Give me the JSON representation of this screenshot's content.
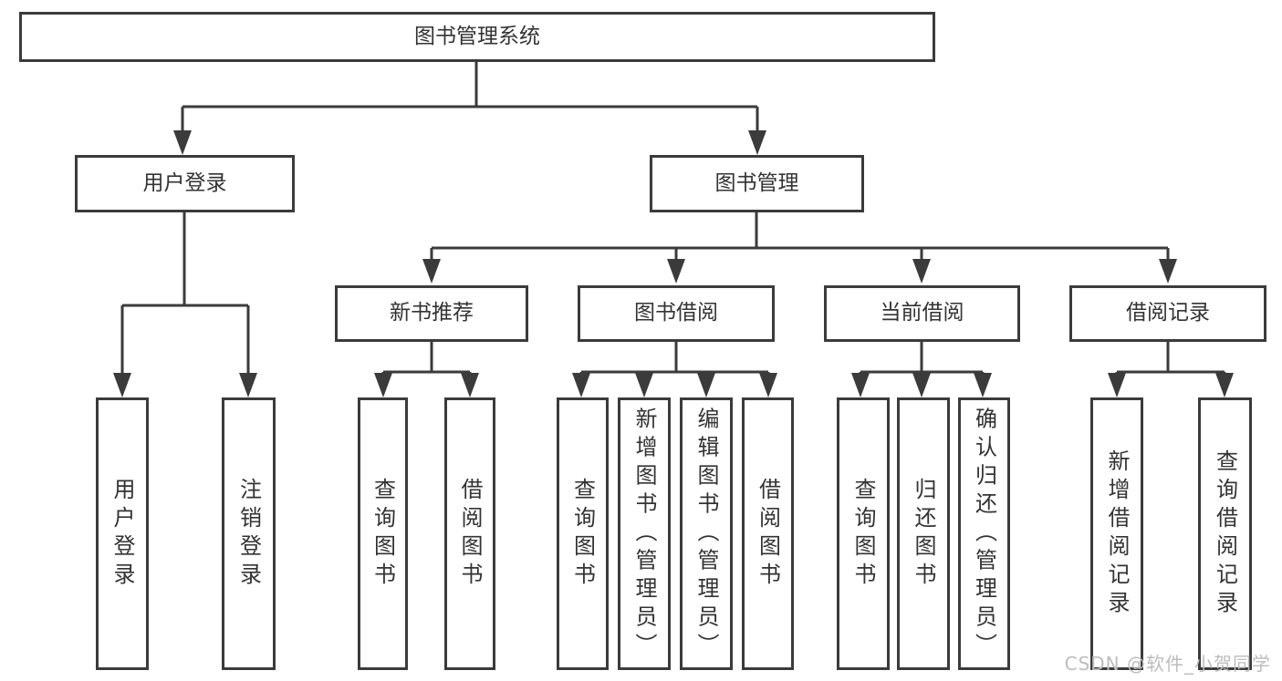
{
  "colors": {
    "line": "#3b3b3b",
    "text": "#333333",
    "background": "#ffffff",
    "watermark": "#bdbdbd"
  },
  "root": {
    "label": "图书管理系统"
  },
  "level2": [
    {
      "label": "用户登录"
    },
    {
      "label": "图书管理"
    }
  ],
  "level3": [
    {
      "label": "新书推荐"
    },
    {
      "label": "图书借阅"
    },
    {
      "label": "当前借阅"
    },
    {
      "label": "借阅记录"
    }
  ],
  "leaves": {
    "user_login_group": [
      "用户登录",
      "注销登录"
    ],
    "new_book_recommend": [
      "查询图书",
      "借阅图书"
    ],
    "book_borrow": [
      "查询图书",
      "新增图书（管理员）",
      "编辑图书（管理员）",
      "借阅图书"
    ],
    "current_borrow": [
      "查询图书",
      "归还图书",
      "确认归还（管理员）"
    ],
    "borrow_records": [
      "新增借阅记录",
      "查询借阅记录"
    ]
  },
  "watermark": {
    "label": "CSDN @软件_小贺同学"
  }
}
